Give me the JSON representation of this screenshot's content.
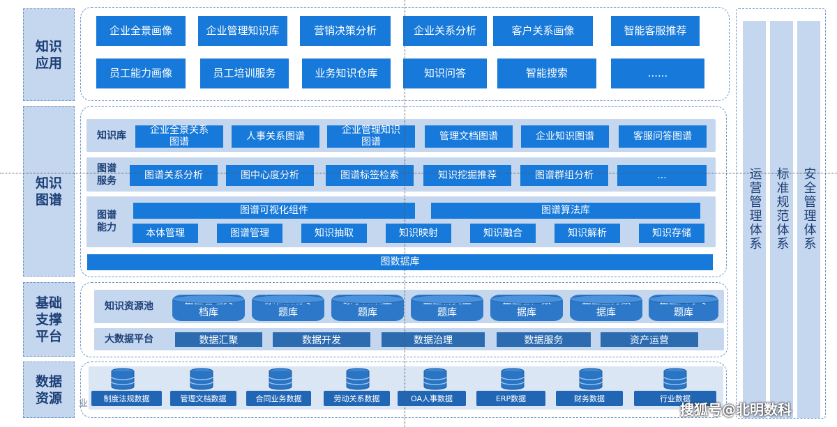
{
  "layers": {
    "app": "知识\n应用",
    "graph": "知识\n图谱",
    "base": "基础\n支撑\n平台",
    "data": "数据\n资源"
  },
  "apps": {
    "row1": [
      "企业全景画像",
      "企业管理知识库",
      "营销决策分析",
      "企业关系分析",
      "客户关系画像",
      "智能客服推荐"
    ],
    "row2": [
      "员工能力画像",
      "员工培训服务",
      "业务知识仓库",
      "知识问答",
      "智能搜索",
      "......"
    ]
  },
  "kb": {
    "label": "知识库",
    "items": [
      "企业全景关系\n图谱",
      "人事关系图谱",
      "企业管理知识\n图谱",
      "管理文档图谱",
      "企业知识图谱",
      "客服问答图谱"
    ]
  },
  "svc": {
    "label": "图谱\n服务",
    "items": [
      "图谱关系分析",
      "图中心度分析",
      "图谱标签检索",
      "知识挖掘推荐",
      "图谱群组分析",
      "..."
    ]
  },
  "cap": {
    "label": "图谱\n能力",
    "wide": [
      "图谱可视化组件",
      "图谱算法库"
    ],
    "items": [
      "本体管理",
      "图谱管理",
      "知识抽取",
      "知识映射",
      "知识融合",
      "知识解析",
      "知识存储"
    ]
  },
  "graphdb": "图数据库",
  "pool": {
    "label": "知识资源池",
    "items": [
      "企业管理文\n档库",
      "标准法规专\n题库",
      "原子知识主\n题库",
      "企业物资主\n题库",
      "企业客户数\n据库",
      "企业业务数\n据库",
      "企业人才专\n题库"
    ]
  },
  "bigdata": {
    "label": "大数据平台",
    "items": [
      "数据汇聚",
      "数据开发",
      "数据治理",
      "数据服务",
      "资产运营"
    ]
  },
  "sources": [
    "制度法规数据",
    "管理文档数据",
    "合同业务数据",
    "劳动关系数据",
    "OA人事数据",
    "ERP数据",
    "财务数据",
    "行业数据"
  ],
  "stray": "业",
  "side": [
    "运营管理体系",
    "标准规范体系",
    "安全管理体系"
  ],
  "watermark": "搜狐号@北明数科",
  "colors": {
    "primary": "#1779d9",
    "band": "#c5d6ef",
    "dark": "#2c6bb0",
    "label": "#1b3f76"
  }
}
